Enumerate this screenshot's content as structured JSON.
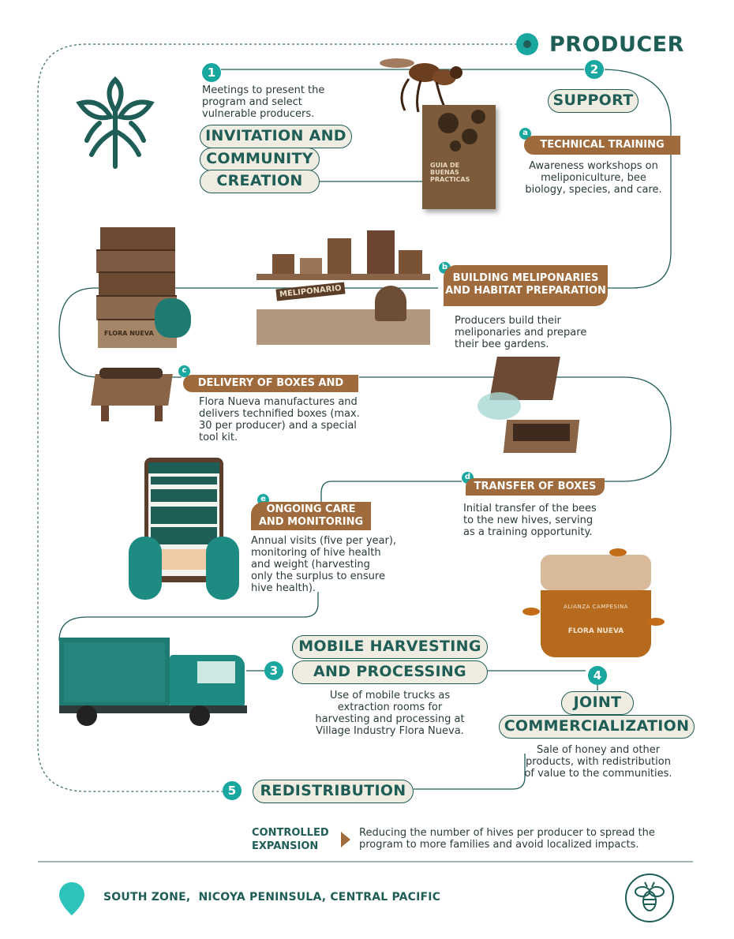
{
  "header": {
    "title": "PRODUCER"
  },
  "steps": {
    "s1": {
      "num": "1",
      "desc": "Meetings to present the\nprogram and select\nvulnerable producers.",
      "title_l1": "INVITATION AND",
      "title_l2": "COMMUNITY",
      "title_l3": "CREATION"
    },
    "s2": {
      "num": "2",
      "title": "SUPPORT"
    },
    "s3": {
      "num": "3",
      "title_l1": "MOBILE HARVESTING",
      "title_l2": "AND PROCESSING",
      "desc": "Use of mobile trucks as\nextraction rooms for\nharvesting and processing at\nVillage Industry Flora Nueva."
    },
    "s4": {
      "num": "4",
      "title_l1": "JOINT",
      "title_l2": "COMMERCIALIZATION",
      "desc": "Sale of honey and other\nproducts, with redistribution\nof value to the communities."
    },
    "s5": {
      "num": "5",
      "title": "REDISTRIBUTION"
    }
  },
  "substeps": {
    "a": {
      "letter": "a",
      "title": "TECHNICAL TRAINING",
      "desc": "Awareness workshops on\nmeliponiculture, bee\nbiology, species, and care."
    },
    "b": {
      "letter": "b",
      "title_l1": "BUILDING MELIPONARIES",
      "title_l2": "AND HABITAT PREPARATION",
      "desc": "Producers build their\nmeliponaries and prepare\ntheir bee gardens."
    },
    "c": {
      "letter": "c",
      "title": "DELIVERY OF BOXES AND KITS",
      "desc": "Flora Nueva manufactures and\ndelivers technified boxes (max.\n30 per producer) and a special\ntool kit."
    },
    "d": {
      "letter": "d",
      "title": "TRANSFER OF BOXES",
      "desc": "Initial transfer of the bees\nto the new hives, serving\nas a training opportunity."
    },
    "e": {
      "letter": "e",
      "title_l1": "ONGOING CARE",
      "title_l2": "AND MONITORING",
      "desc": "Annual visits (five per year),\nmonitoring of hive health\nand weight (harvesting\nonly the surplus to ensure\nhive health)."
    }
  },
  "expansion": {
    "label_l1": "CONTROLLED",
    "label_l2": "EXPANSION",
    "text": "Reducing the number of hives per producer to spread the\nprogram to more families and avoid localized impacts."
  },
  "footer": {
    "location": "SOUTH ZONE,  NICOYA PENINSULA, CENTRAL PACIFIC"
  },
  "images": {
    "book_title": "GUIA DE BUENAS PRACTICAS",
    "meliponario_sign": "MELIPONARIO",
    "box_brand": "FLORA NUEVA",
    "jar_brand": "FLORA NUEVA",
    "jar_arc": "ALIANZA CAMPESINA"
  },
  "colors": {
    "teal": "#19a79f",
    "dark_teal": "#1f5d57",
    "brown": "#a06b3c",
    "cream": "#efece1"
  },
  "icons": [
    "location-pin-icon",
    "bee-icon",
    "flora-nueva-logo-icon",
    "arrow-right-icon"
  ]
}
